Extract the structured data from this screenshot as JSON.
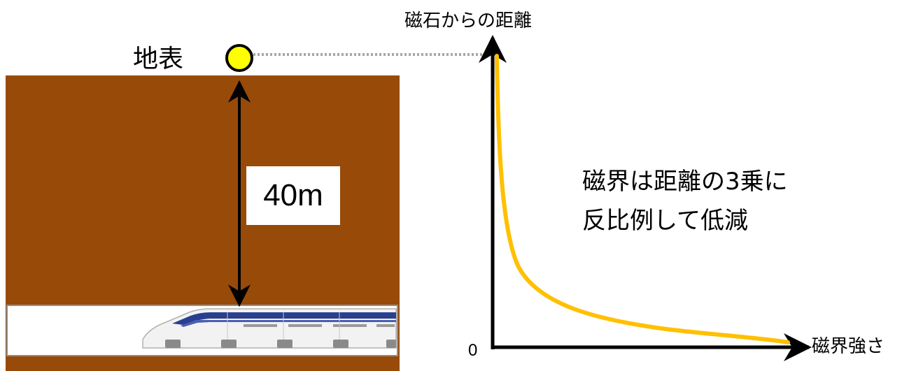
{
  "surface_label": "地表",
  "depth_label": "40m",
  "graph": {
    "y_axis_label": "磁石からの距離",
    "x_axis_label": "磁界強さ",
    "origin_label": "0",
    "note_line1": "磁界は距離の3乗に",
    "note_line2": "反比例して低減"
  },
  "colors": {
    "ground": "#984a09",
    "curve": "#ffc000",
    "surface_marker": "#ffff00",
    "dotted_line": "#a6a6a6"
  },
  "icons": [
    "surface-point-marker",
    "maglev-train-icon",
    "double-arrow"
  ]
}
